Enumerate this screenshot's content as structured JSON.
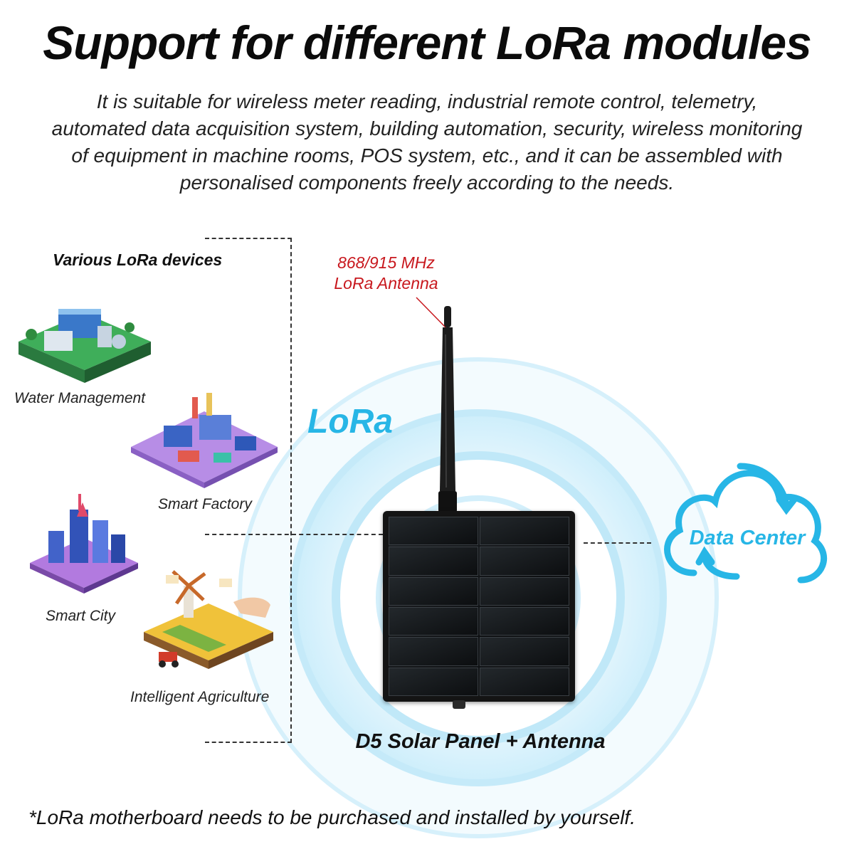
{
  "header": {
    "title": "Support for different LoRa modules",
    "description_lines": [
      "It is suitable for wireless meter reading, industrial remote control, telemetry,",
      "automated data acquisition system, building automation, security, wireless monitoring",
      "of equipment in machine rooms, POS system, etc., and it can be assembled with",
      "personalised components freely according to the needs."
    ]
  },
  "devices": {
    "heading": "Various LoRa devices",
    "items": [
      {
        "label": "Water Management",
        "icon": "water-management-icon"
      },
      {
        "label": "Smart Factory",
        "icon": "smart-factory-icon"
      },
      {
        "label": "Smart City",
        "icon": "smart-city-icon"
      },
      {
        "label": "Intelligent Agriculture",
        "icon": "intelligent-agriculture-icon"
      }
    ]
  },
  "antenna": {
    "line1": "868/915 MHz",
    "line2": "LoRa Antenna",
    "color": "#c8181e"
  },
  "signal": {
    "label": "LoRa",
    "color": "#27b6e6"
  },
  "product": {
    "caption": "D5 Solar Panel + Antenna"
  },
  "cloud": {
    "label": "Data Center",
    "color": "#27b6e6",
    "icon": "cloud-sync-icon"
  },
  "footer": {
    "note": "*LoRa motherboard needs to be purchased and installed by yourself."
  }
}
